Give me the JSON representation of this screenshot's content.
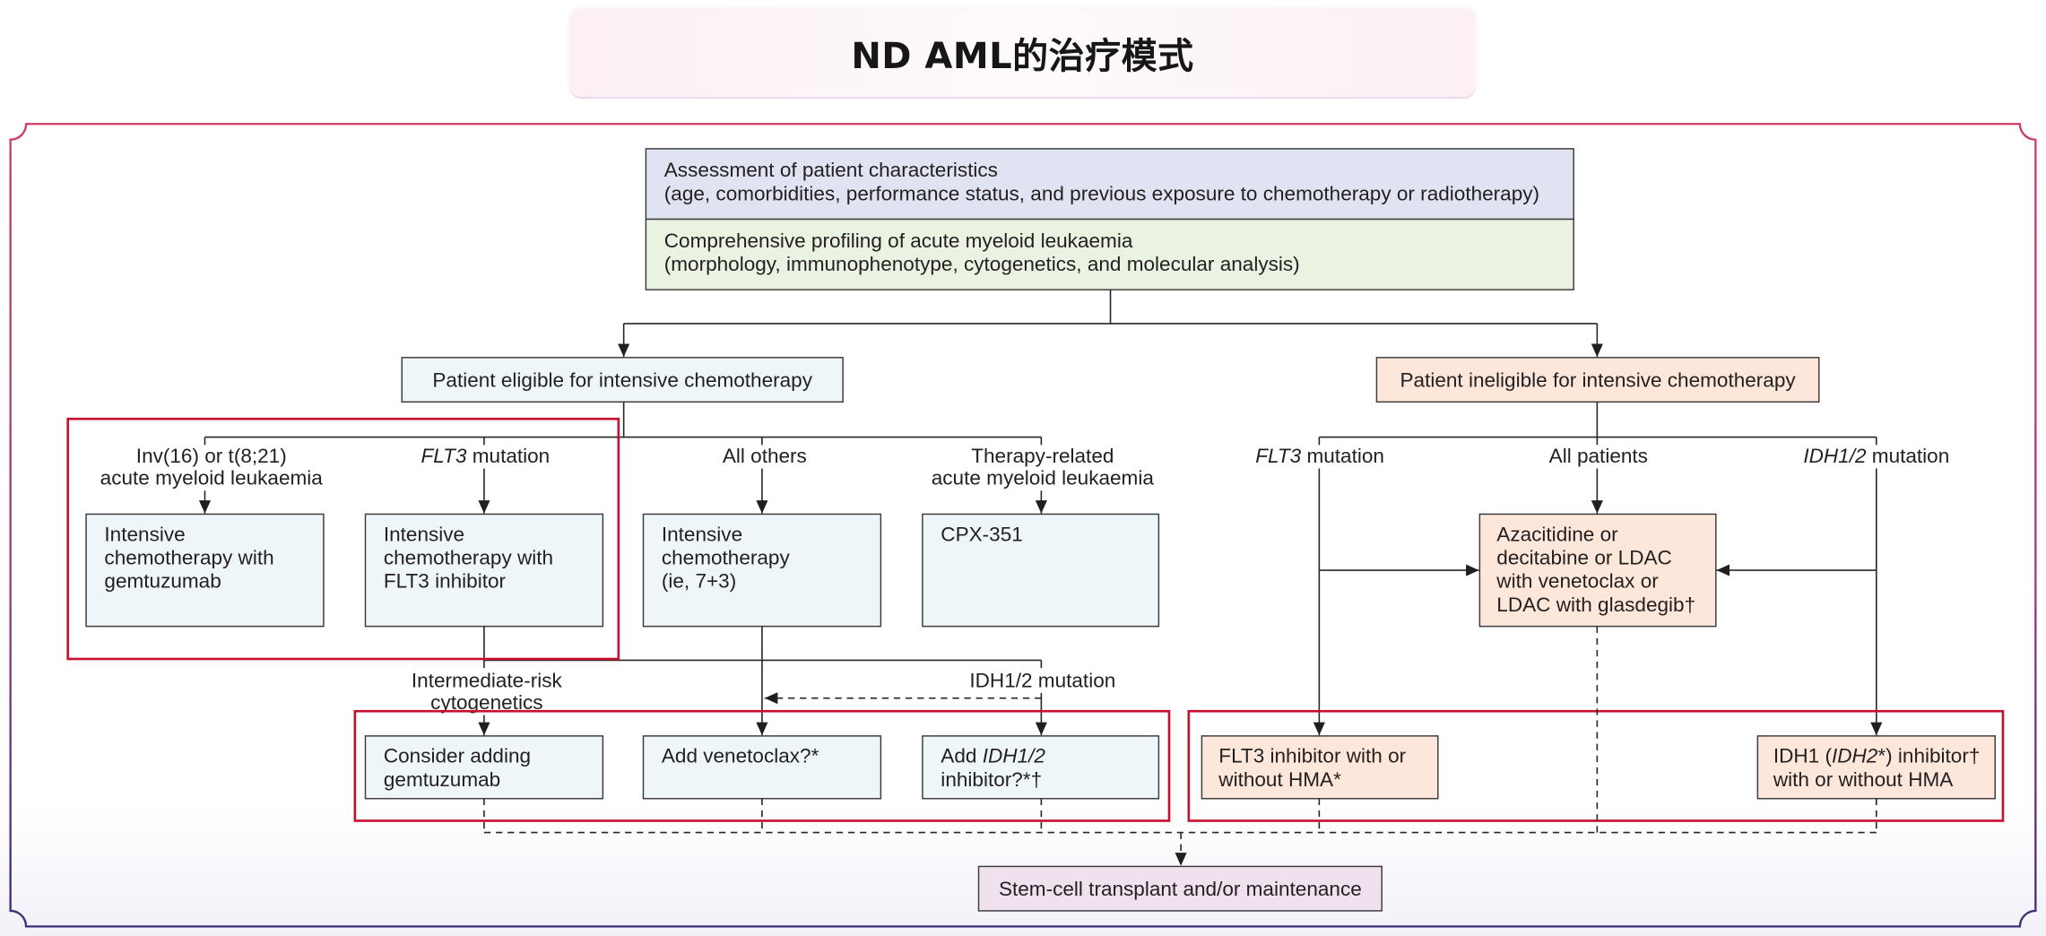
{
  "title": "ND AML的治疗模式",
  "colors": {
    "assessment_fill": "#e0e3f2",
    "profiling_fill": "#eaf3e1",
    "eligible_fill": "#eef6fa",
    "ineligible_fill": "#fde7da",
    "transplant_fill": "#f0e1ef",
    "highlight": "#c8102e"
  },
  "assessment": {
    "line1": "Assessment of patient characteristics",
    "line2": "(age, comorbidities, performance status, and previous exposure to chemotherapy or radiotherapy)"
  },
  "profiling": {
    "line1": "Comprehensive profiling of acute myeloid leukaemia",
    "line2": "(morphology, immunophenotype, cytogenetics, and molecular analysis)"
  },
  "eligible": {
    "label": "Patient eligible for intensive chemotherapy",
    "branches": {
      "core_binding_factor": [
        "Inv(16) or t(8;21)",
        "acute myeloid leukaemia"
      ],
      "flt3": {
        "gene": "FLT3",
        "text": " mutation"
      },
      "all_others": "All others",
      "therapy_related": [
        "Therapy-related",
        "acute myeloid leukaemia"
      ]
    },
    "treatments": {
      "gemtuzumab": [
        "Intensive",
        "chemotherapy with",
        "gemtuzumab"
      ],
      "flt3_inhibitor": [
        "Intensive",
        "chemotherapy with",
        "FLT3 inhibitor"
      ],
      "seven_plus_three": [
        "Intensive",
        "chemotherapy",
        "(ie, 7+3)"
      ],
      "cpx351": "CPX-351"
    },
    "secondary_branches": {
      "intermediate_risk": [
        "Intermediate-risk",
        "cytogenetics"
      ],
      "idh_mutation": "IDH1/2 mutation"
    },
    "add_ons": {
      "gemtuzumab": [
        "Consider adding",
        "gemtuzumab"
      ],
      "venetoclax": "Add venetoclax?*",
      "idh_inhibitor": {
        "prefix": "Add ",
        "gene": "IDH1/2",
        "line2": "inhibitor?*†"
      }
    }
  },
  "ineligible": {
    "label": "Patient ineligible for intensive chemotherapy",
    "branches": {
      "flt3": {
        "gene": "FLT3",
        "text": " mutation"
      },
      "all_patients": "All patients",
      "idh": {
        "gene": "IDH1/2",
        "text": " mutation"
      }
    },
    "treatments": {
      "hma_combo": [
        "Azacitidine or",
        "decitabine or LDAC",
        "with venetoclax or",
        "LDAC with glasdegib†"
      ],
      "flt3_inhibitor": [
        "FLT3 inhibitor with or",
        "without HMA*"
      ],
      "idh_inhibitor": {
        "prefix": "IDH1 (",
        "gene": "IDH2",
        "suffix": "*) inhibitor†",
        "line2": "with or without HMA"
      }
    }
  },
  "transplant": "Stem-cell transplant and/or maintenance"
}
